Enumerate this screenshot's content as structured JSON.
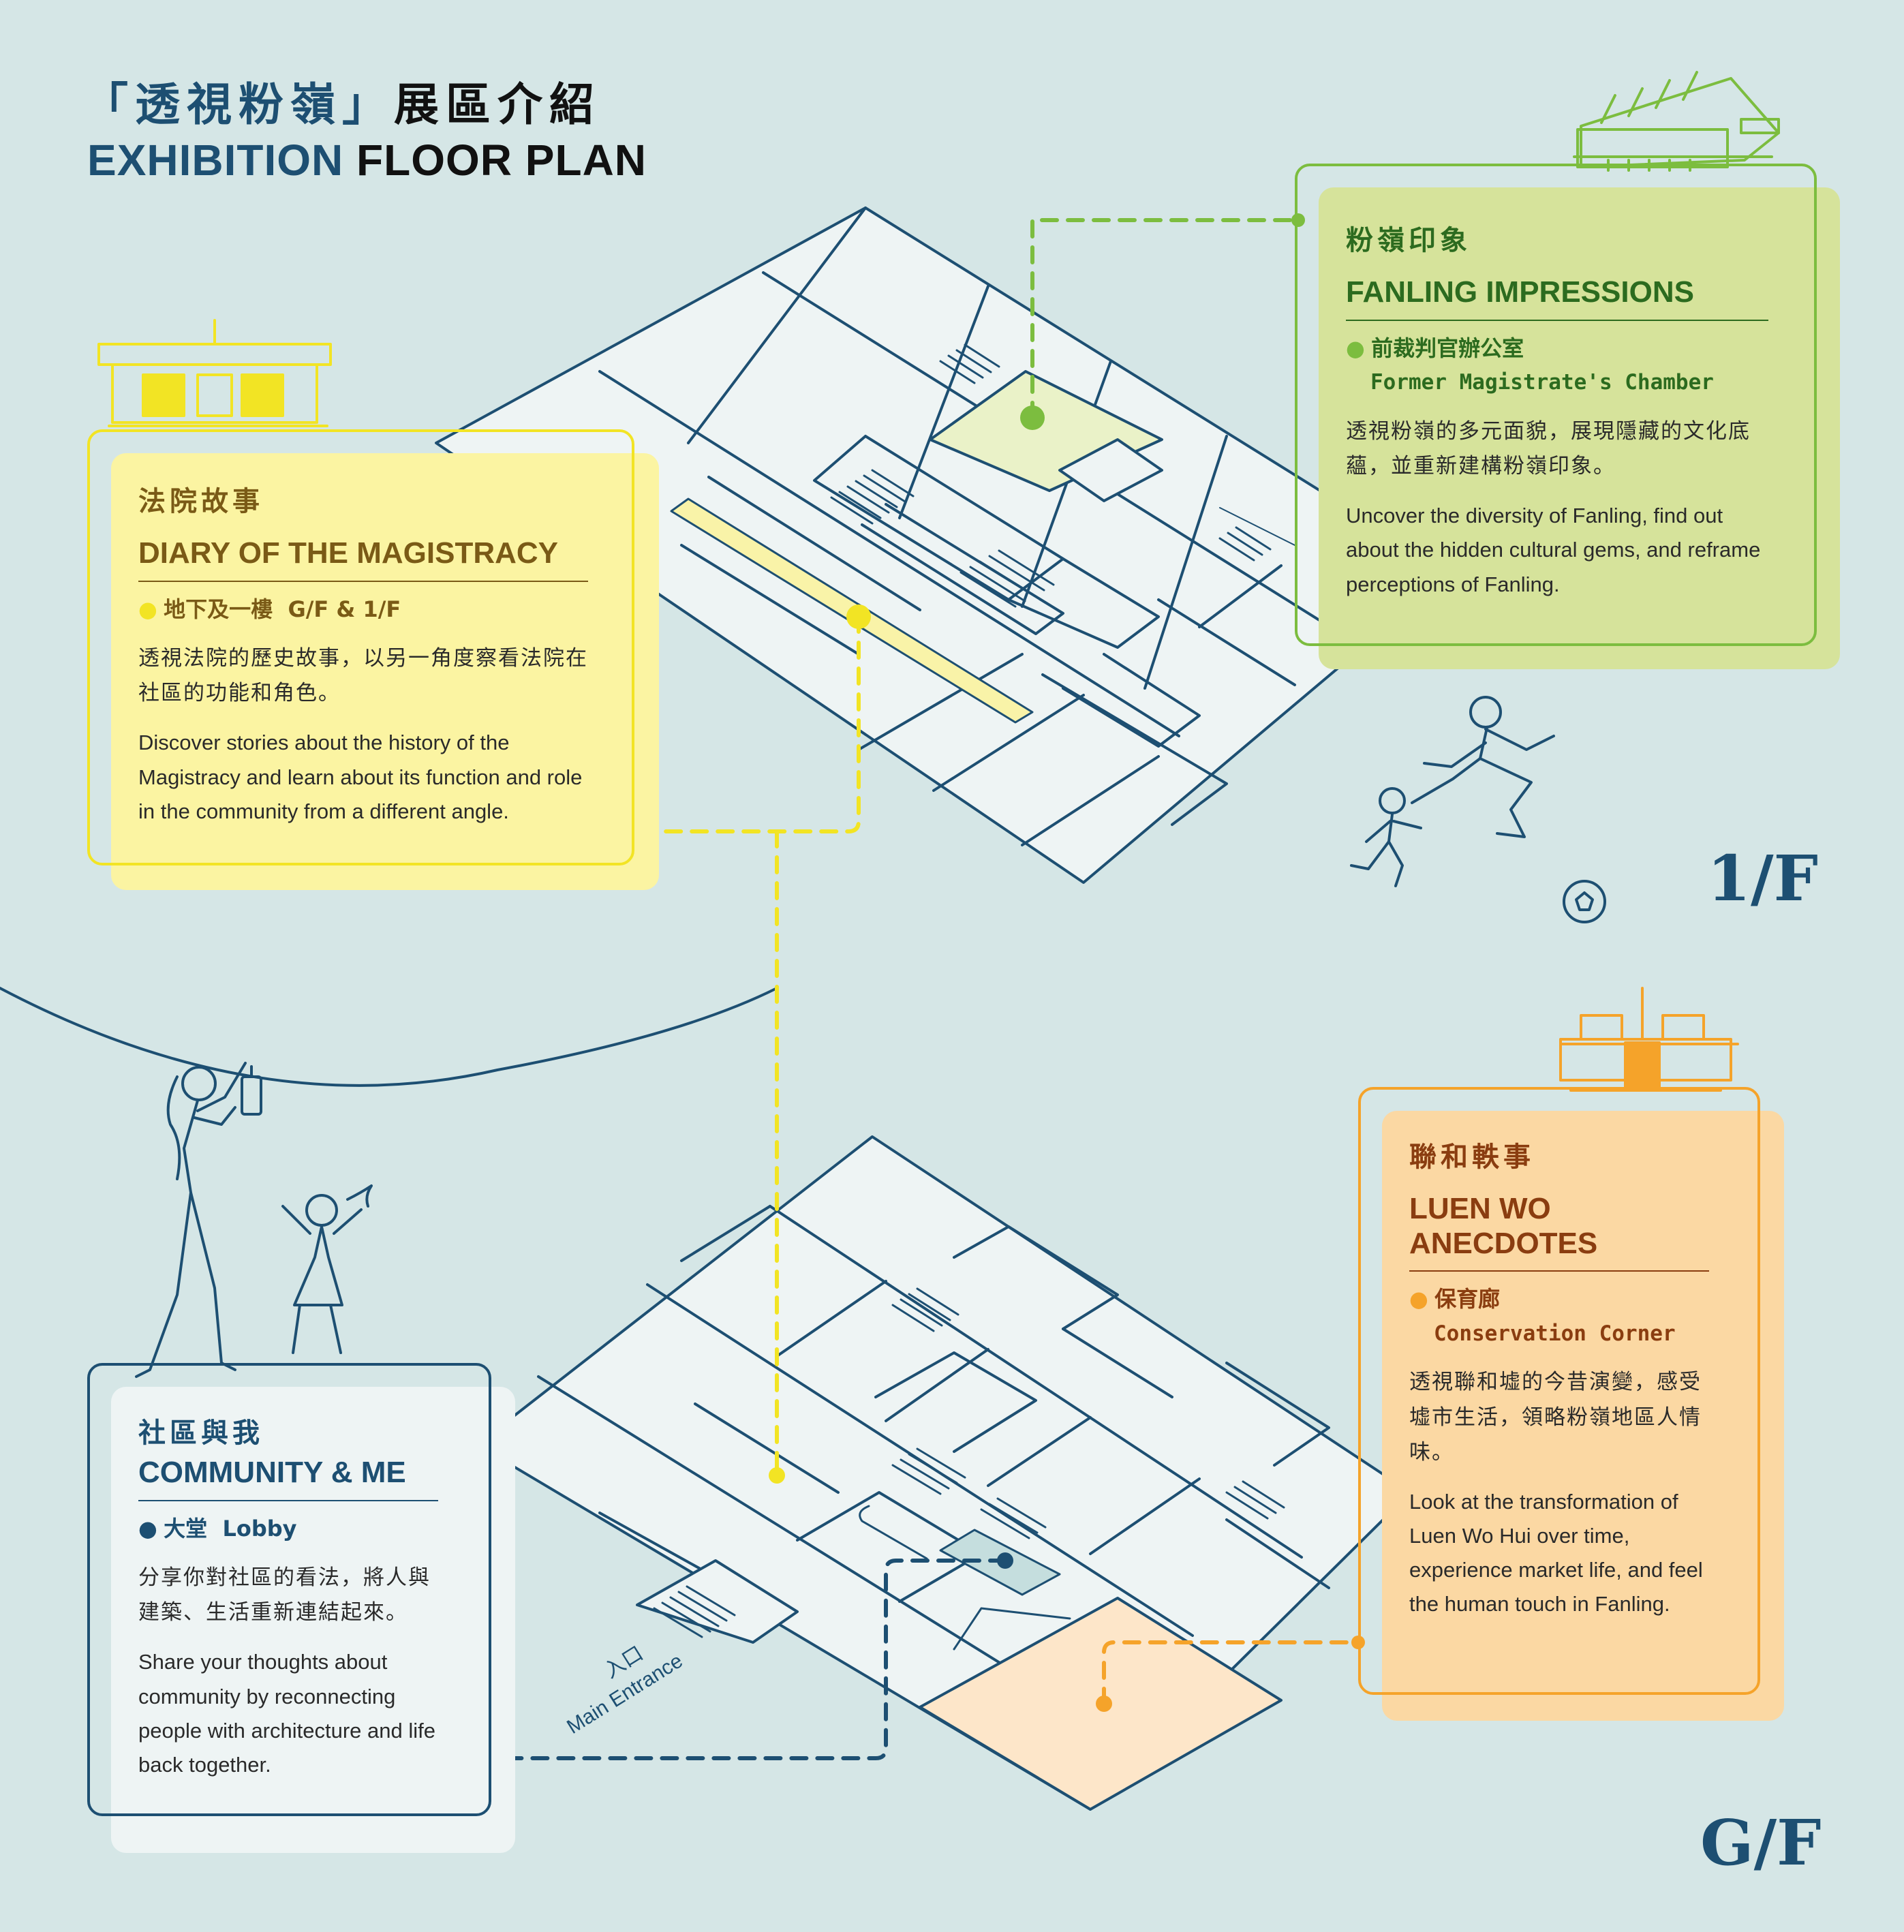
{
  "header": {
    "title_zh_a": "「透視粉嶺」",
    "title_zh_b": "展區介紹",
    "title_en_a": "EXHIBITION ",
    "title_en_b": "FLOOR PLAN"
  },
  "floors": {
    "upper": "1/F",
    "ground": "G/F"
  },
  "entrance": {
    "zh": "入口",
    "en": "Main Entrance"
  },
  "colors": {
    "background": "#d5e6e6",
    "navy": "#1d4f72",
    "yellow": "#f2e424",
    "green": "#7cbd3f",
    "orange": "#f5a32a"
  },
  "zones": {
    "fanling": {
      "zh_title": "粉嶺印象",
      "en_title": "FANLING IMPRESSIONS",
      "loc_zh": "前裁判官辦公室",
      "loc_en": "Former Magistrate's Chamber",
      "desc_zh": "透視粉嶺的多元面貌，展現隱藏的文化底蘊，並重新建構粉嶺印象。",
      "desc_en": "Uncover the diversity of Fanling, find out about the hidden cultural gems, and reframe perceptions of Fanling."
    },
    "magistracy": {
      "zh_title": "法院故事",
      "en_title": "DIARY OF THE MAGISTRACY",
      "loc_zh": "地下及一樓",
      "loc_en": "G/F & 1/F",
      "desc_zh": "透視法院的歷史故事，以另一角度察看法院在社區的功能和角色。",
      "desc_en": "Discover stories about the history of the Magistracy and learn about its function and role in the community from a different angle."
    },
    "luenwo": {
      "zh_title": "聯和軼事",
      "en_title": "LUEN WO ANECDOTES",
      "loc_zh": "保育廊",
      "loc_en": "Conservation Corner",
      "desc_zh": "透視聯和墟的今昔演變，感受墟市生活，領略粉嶺地區人情味。",
      "desc_en": "Look at the transformation of Luen Wo Hui over time, experience market life, and feel the human touch in Fanling."
    },
    "community": {
      "zh_title": "社區與我",
      "en_title": "COMMUNITY & ME",
      "loc_zh": "大堂",
      "loc_en": "Lobby",
      "desc_zh": "分享你對社區的看法，將人與建築、生活重新連結起來。",
      "desc_en": "Share your thoughts about community by reconnecting people with architecture and life back together."
    }
  }
}
